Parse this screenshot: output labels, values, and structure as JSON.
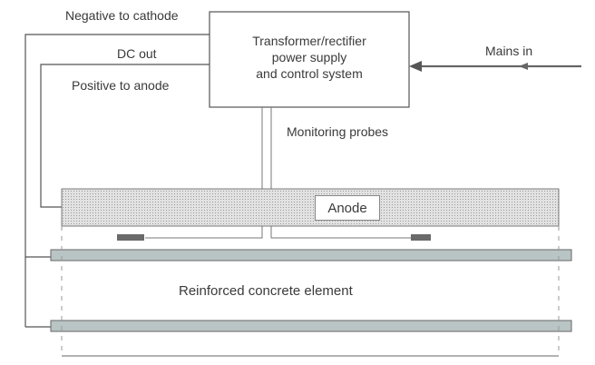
{
  "labels": {
    "negative_to_cathode": "Negative to cathode",
    "dc_out": "DC out",
    "positive_to_anode": "Positive to anode",
    "mains_in": "Mains in",
    "monitoring_probes": "Monitoring probes",
    "anode": "Anode",
    "reinforced_concrete_element": "Reinforced concrete element"
  },
  "power_unit": {
    "lines": [
      "Transformer/rectifier",
      "power supply",
      "and control system"
    ]
  },
  "colors": {
    "line": "#555555",
    "anode_fill": "#d6d6d6",
    "rebar_fill": "#b9c4c4",
    "probe_fill": "#6a6a6a"
  }
}
